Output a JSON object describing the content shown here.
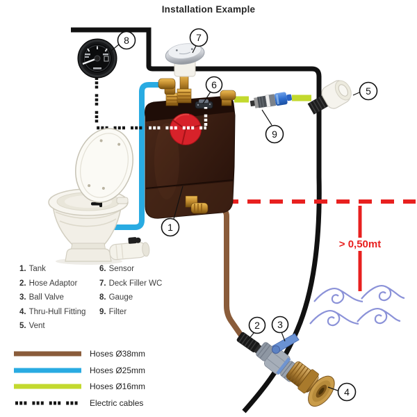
{
  "title": "Installation Example",
  "parts_legend": {
    "items": [
      {
        "num": "1.",
        "label": "Tank"
      },
      {
        "num": "2.",
        "label": "Hose Adaptor"
      },
      {
        "num": "3.",
        "label": "Ball Valve"
      },
      {
        "num": "4.",
        "label": "Thru-Hull Fitting"
      },
      {
        "num": "5.",
        "label": "Vent"
      },
      {
        "num": "6.",
        "label": "Sensor"
      },
      {
        "num": "7.",
        "label": "Deck Filler WC"
      },
      {
        "num": "8.",
        "label": "Gauge"
      },
      {
        "num": "9.",
        "label": "Filter"
      }
    ]
  },
  "hose_legend": {
    "items": [
      {
        "label": "Hoses Ø38mm",
        "color": "#8a5c3a",
        "style": "solid"
      },
      {
        "label": "Hoses Ø25mm",
        "color": "#29abe2",
        "style": "solid"
      },
      {
        "label": "Hoses Ø16mm",
        "color": "#c3d92e",
        "style": "solid"
      },
      {
        "label": "Electric cables",
        "color": "#141414",
        "style": "dashed"
      }
    ]
  },
  "annotations": {
    "min_distance": "> 0,50mt"
  },
  "callouts": [
    "1",
    "2",
    "3",
    "4",
    "5",
    "6",
    "7",
    "8",
    "9"
  ],
  "colors": {
    "hose38": "#8a5c3a",
    "hose25": "#29abe2",
    "hose16": "#c3d92e",
    "cable": "#141414",
    "cable_on_tank": "#ffffff",
    "structure_black": "#111111",
    "distance_red": "#e8201f",
    "tank_brown": "#3a1e12",
    "cap_red": "#d7222a",
    "brass": "#c08a2e",
    "wave_blue": "#8b92d8"
  }
}
